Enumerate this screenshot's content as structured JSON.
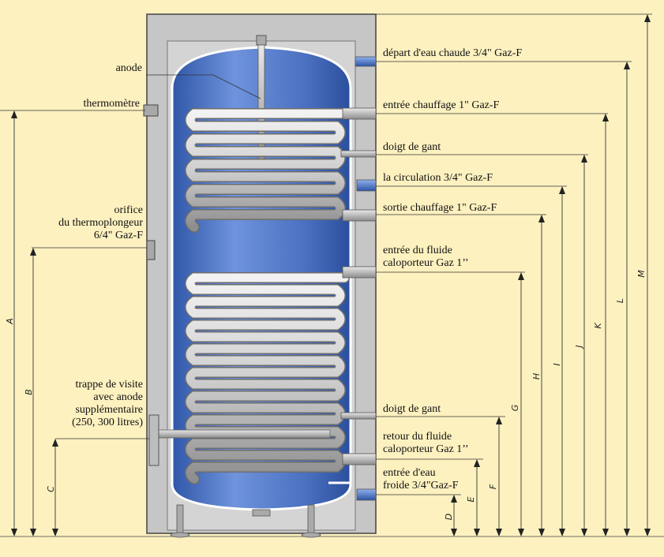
{
  "labels": {
    "anode": "anode",
    "thermometre": "thermomètre",
    "orifice_1": "orifice",
    "orifice_2": "du thermoplongeur",
    "orifice_3": "6/4\" Gaz-F",
    "trappe_1": "trappe de visite",
    "trappe_2": "avec anode",
    "trappe_3": "supplémentaire",
    "trappe_4": "(250, 300 litres)",
    "depart_eau_chaude": "départ d'eau chaude 3/4\" Gaz-F",
    "entree_chauffage": "entrée chauffage 1\" Gaz-F",
    "doigt_de_gant_1": "doigt de gant",
    "circulation": "la circulation 3/4\" Gaz-F",
    "sortie_chauffage": "sortie chauffage 1\" Gaz-F",
    "entree_fluide_1": "entrée du fluide",
    "entree_fluide_2": "caloporteur Gaz 1’’",
    "doigt_de_gant_2": "doigt de gant",
    "retour_fluide_1": "retour du fluide",
    "retour_fluide_2": "caloporteur Gaz 1’’",
    "entree_eau_froide_1": "entrée d'eau",
    "entree_eau_froide_2": "froide 3/4\"Gaz-F"
  },
  "dimensions": [
    "A",
    "B",
    "C",
    "D",
    "E",
    "F",
    "G",
    "H",
    "I",
    "J",
    "K",
    "L",
    "M"
  ],
  "colors": {
    "background": "#fdf1c0",
    "casing": "#c7c7c7",
    "tank": "#4f75c2",
    "coil": "#d0d0d0",
    "line": "#333333"
  }
}
